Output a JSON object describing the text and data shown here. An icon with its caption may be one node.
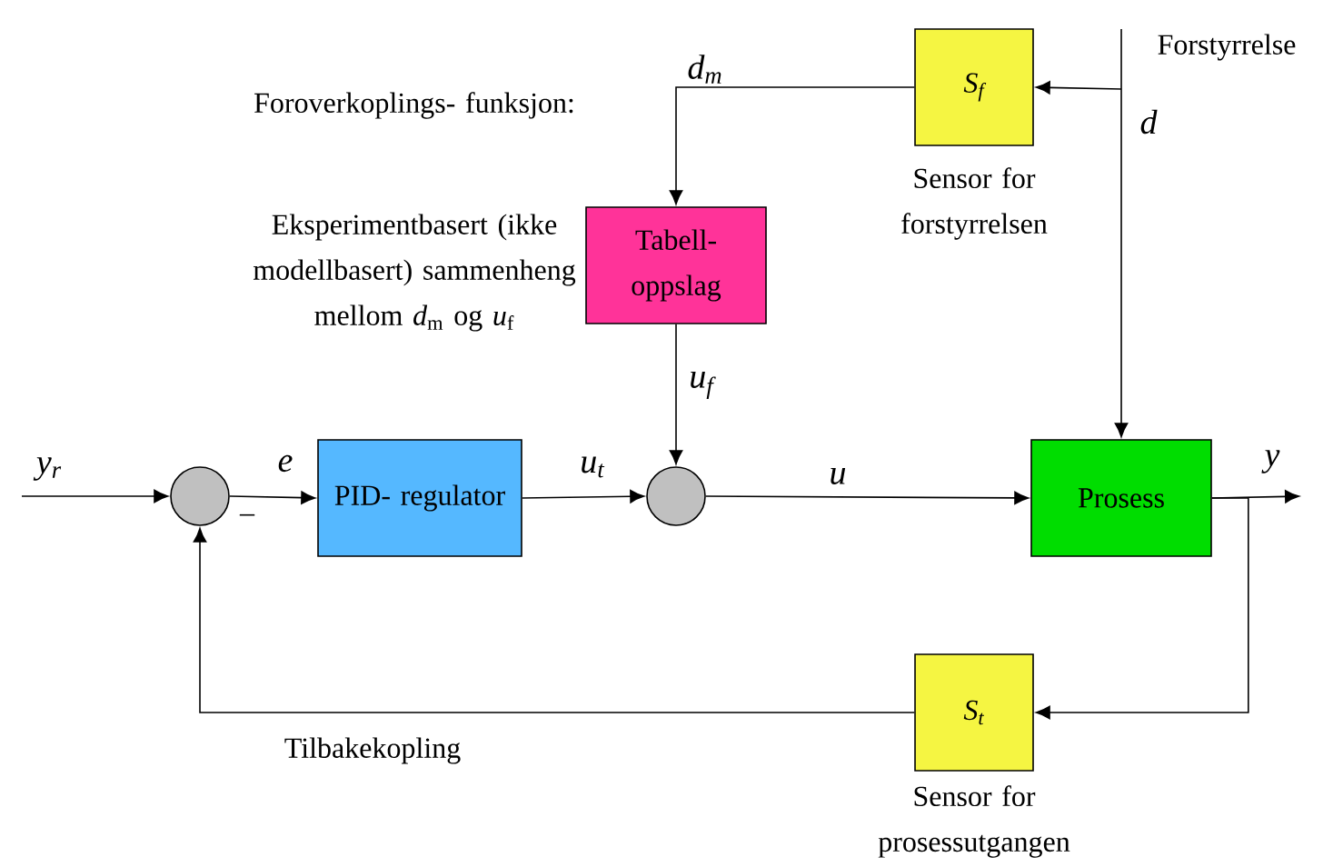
{
  "diagram": {
    "nodes": [
      {
        "text": [],
        "shape": "circle"
      },
      {
        "text": [
          "PID- regulator"
        ]
      },
      {
        "text": [],
        "shape": "circle"
      },
      {
        "text": [
          "Tabell- oppslag"
        ]
      },
      {
        "text": [
          "S$_{f}$"
        ],
        "beside": [
          "Sensor for forstyrrelsen"
        ]
      },
      {
        "text": [
          "Prosess"
        ]
      },
      {
        "text": [
          "S$_{t}$"
        ],
        "beside": [
          "Sensor for prosessutgangen"
        ]
      }
    ],
    "edges": [
      {
        "from": null,
        "to": 0,
        "arrow": "to",
        "label": "y$_{r}$"
      },
      {
        "from": 0,
        "to": 1,
        "arrow": "to",
        "label": "e"
      },
      {
        "from": 1,
        "to": 2,
        "arrow": "to",
        "label": "u$_{t}$"
      },
      {
        "from": 3,
        "to": 2,
        "arrow": "to",
        "label": "u$_{f}$"
      },
      {
        "from": 2,
        "to": 5,
        "arrow": "to",
        "label": "u"
      },
      {
        "from": 4,
        "to": 3,
        "arrow": "to",
        "label": "d$_{m}$"
      },
      {
        "from": null,
        "to": 4,
        "arrow": "to"
      },
      {
        "from": null,
        "to": 5,
        "arrow": "to",
        "label": "d"
      },
      {
        "from": 5,
        "to": null,
        "arrow": "to",
        "label": "y"
      },
      {
        "from": 5,
        "to": 6,
        "arrow": "to"
      },
      {
        "from": 6,
        "to": 0,
        "arrow": "to"
      }
    ],
    "labels": [
      "Foroverkoplings- funksjon:",
      "Eksperimentbasert (ikke modellbasert) sammenheng mellom *d*$_{m}$ og *u*$_{f}$",
      "Forstyrrelse",
      "–",
      "Tilbakekopling"
    ]
  }
}
